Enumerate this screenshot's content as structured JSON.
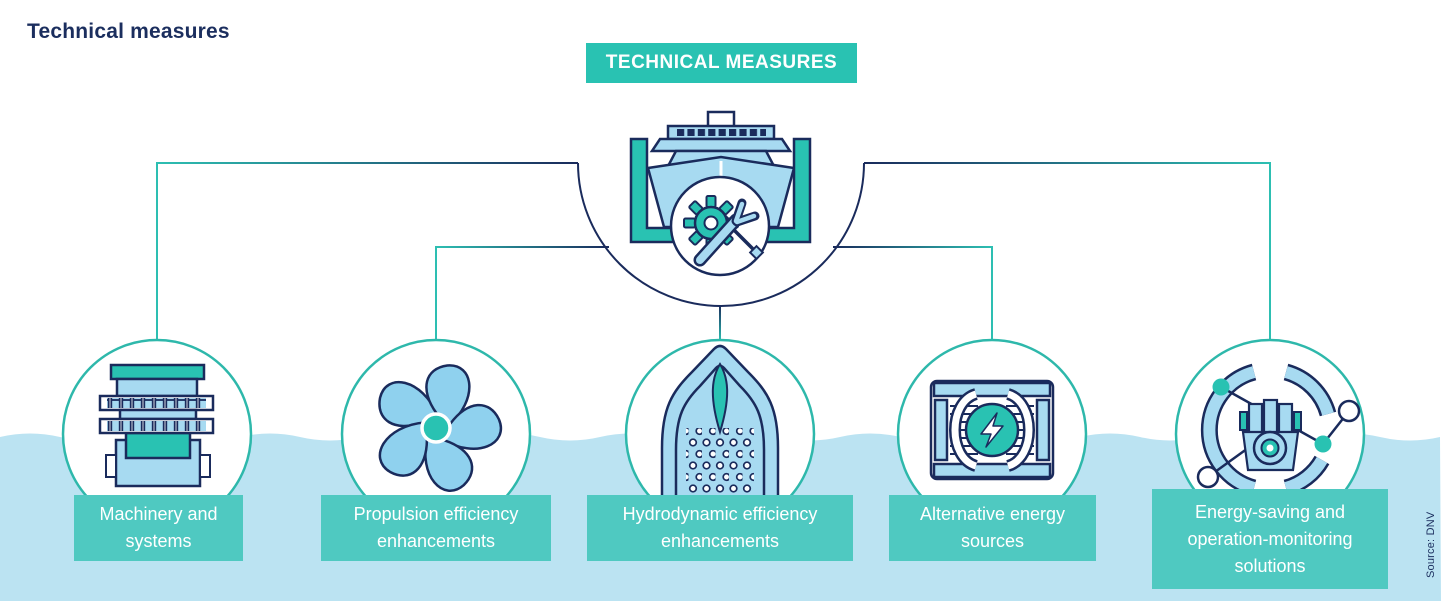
{
  "page_title": "Technical measures",
  "banner": {
    "label": "TECHNICAL MEASURES"
  },
  "center": {
    "icon": "ship-in-drydock-with-gear-and-wrench-icon"
  },
  "nodes": [
    {
      "id": "machinery",
      "icon": "engine-machinery-icon",
      "label": "Machinery and\nsystems"
    },
    {
      "id": "propulsion",
      "icon": "propeller-icon",
      "label": "Propulsion efficiency\nenhancements"
    },
    {
      "id": "hydrodynamic",
      "icon": "hull-air-lubrication-icon",
      "label": "Hydrodynamic efficiency\nenhancements"
    },
    {
      "id": "alt-energy",
      "icon": "battery-lightning-icon",
      "label": "Alternative energy\nsources"
    },
    {
      "id": "energy-saving",
      "icon": "engine-monitoring-network-icon",
      "label": "Energy-saving and\noperation-monitoring\nsolutions"
    }
  ],
  "source": "Source: DNV",
  "colors": {
    "navy": "#1a2b5c",
    "teal_accent": "#29c2b2",
    "teal_label_box": "#4fc9c1",
    "teal_circle_stroke": "#2eb8ab",
    "light_blue": "#a7daf1",
    "water_blue": "#bbe3f2",
    "white": "#ffffff"
  }
}
